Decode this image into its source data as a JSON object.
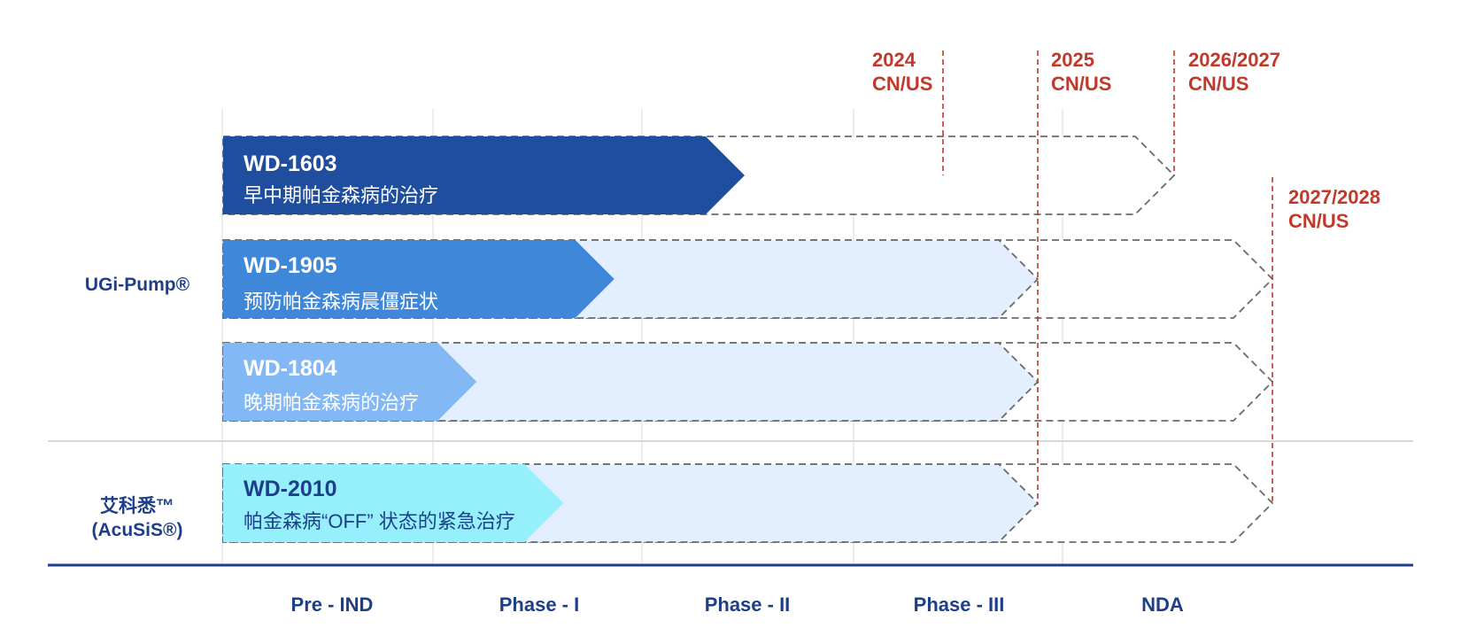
{
  "colors": {
    "navy": "#1d3f8a",
    "milestone_red": "#c0392b",
    "grid": "#d8d8d8",
    "outline_dash": "#6b6b6b",
    "future_fill": "#e3efff"
  },
  "phases": [
    "Pre - IND",
    "Phase - I",
    "Phase - II",
    "Phase - III",
    "NDA"
  ],
  "groups": [
    {
      "lines": [
        "UGi-Pump®"
      ]
    },
    {
      "lines": [
        "艾科悉™",
        "(AcuSiS®)"
      ]
    }
  ],
  "milestones": [
    {
      "year": "2024",
      "region": "CN/US"
    },
    {
      "year": "2025",
      "region": "CN/US"
    },
    {
      "year": "2026/2027",
      "region": "CN/US"
    },
    {
      "year": "2027/2028",
      "region": "CN/US"
    }
  ],
  "programs": [
    {
      "code": "WD-1603",
      "desc": "早中期帕金森病的治疗",
      "progress": 0.72,
      "fill_color": "#1f4e9e",
      "code_color": "#ffffff",
      "desc_color": "#ffffff"
    },
    {
      "code": "WD-1905",
      "desc": "预防帕金森病晨僵症状",
      "progress": 0.54,
      "fill_color": "#3f87d9",
      "code_color": "#ffffff",
      "desc_color": "#ffffff"
    },
    {
      "code": "WD-1804",
      "desc": "晚期帕金森病的治疗",
      "progress": 0.35,
      "fill_color": "#82b8f4",
      "code_color": "#ffffff",
      "desc_color": "#ffffff"
    },
    {
      "code": "WD-2010",
      "desc": "帕金森病“OFF” 状态的紧急治疗",
      "progress": 0.47,
      "fill_color": "#96f0fb",
      "code_color": "#1d3f8a",
      "desc_color": "#1d3f8a"
    }
  ]
}
